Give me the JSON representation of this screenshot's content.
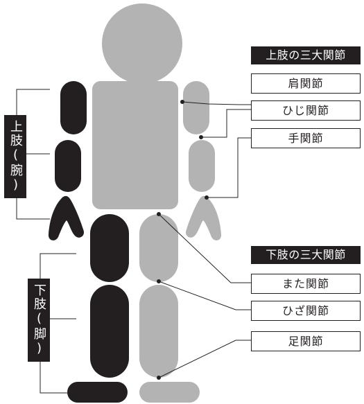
{
  "upper": {
    "vertical_label": "上肢(腕)",
    "header": "上肢の三大関節",
    "joints": [
      "肩関節",
      "ひじ関節",
      "手関節"
    ]
  },
  "lower": {
    "vertical_label": "下肢(脚)",
    "header": "下肢の三大関節",
    "joints": [
      "また関節",
      "ひざ関節",
      "足関節"
    ]
  },
  "colors": {
    "highlight": "#231f20",
    "body": "#b3b3b3"
  }
}
